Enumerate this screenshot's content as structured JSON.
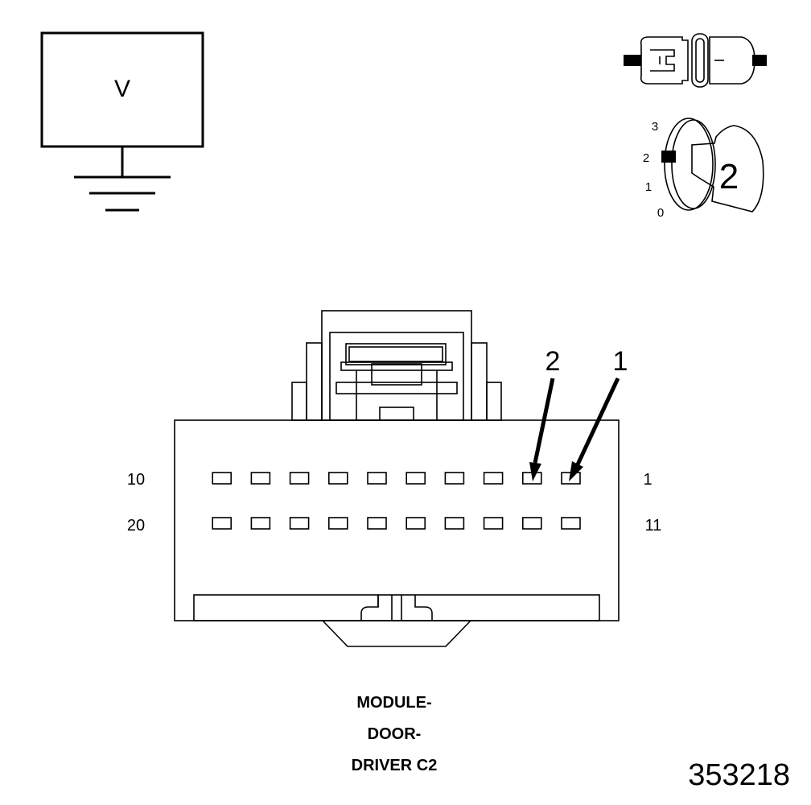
{
  "voltmeter": {
    "label": "V"
  },
  "terminal_probe": {
    "label": ""
  },
  "selector": {
    "positions": [
      "3",
      "2",
      "1",
      "0"
    ],
    "selected": "2",
    "knob_label": "2"
  },
  "connector": {
    "name_lines": [
      "MODULE-",
      "DOOR-",
      "DRIVER C2"
    ],
    "row_labels": {
      "top_left": "10",
      "top_right": "1",
      "bottom_left": "20",
      "bottom_right": "11"
    },
    "pins_per_row": 10,
    "rows": 2,
    "callouts": [
      {
        "label": "2",
        "pin": 2
      },
      {
        "label": "1",
        "pin": 1
      }
    ]
  },
  "figure_number": "353218"
}
